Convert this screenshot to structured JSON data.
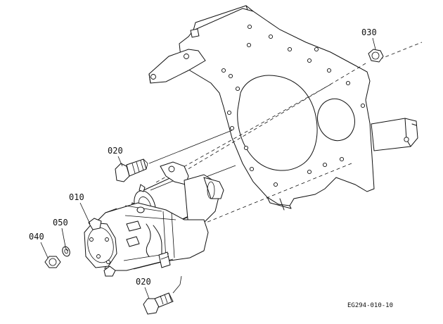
{
  "figure_code": "EG294-010-10",
  "callouts": {
    "c030": "030",
    "c020_top": "020",
    "c010": "010",
    "c050": "050",
    "c040": "040",
    "c020_bottom": "020"
  }
}
